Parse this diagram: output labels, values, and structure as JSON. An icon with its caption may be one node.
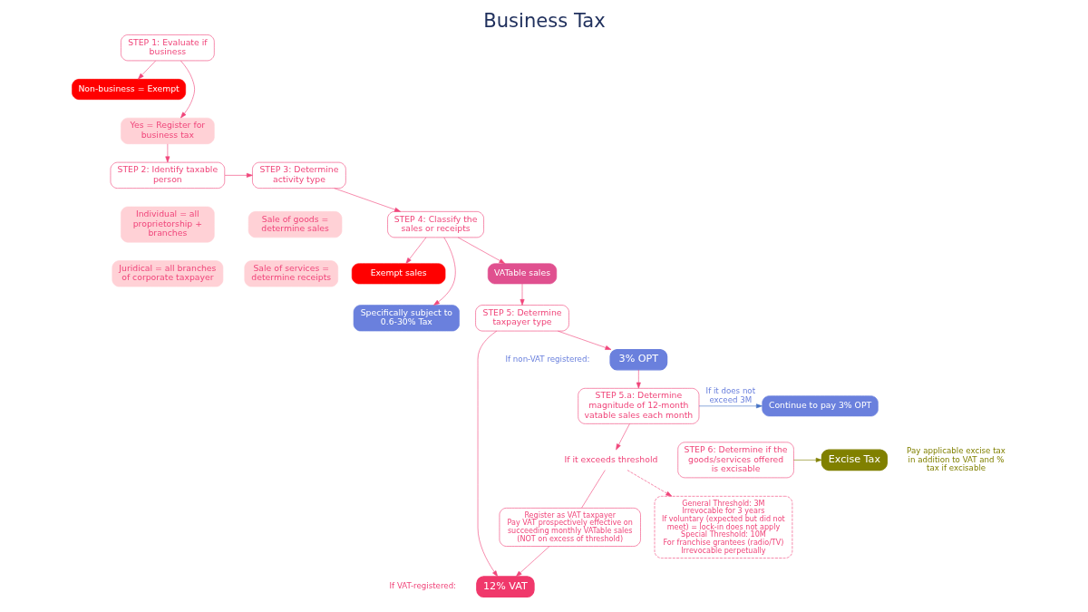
{
  "diagram": {
    "title": "Business Tax",
    "nodes": [
      {
        "text": [
          "STEP 1: Evaluate if business"
        ]
      },
      {
        "text": [
          "Non-business = Exempt"
        ]
      },
      {
        "text": [
          "Yes = Register for business tax"
        ]
      },
      {
        "text": [
          "STEP 2: Identify taxable person"
        ]
      },
      {
        "text": [
          "Individual = all proprietorship + branches"
        ]
      },
      {
        "text": [
          "Juridical = all branches of corporate taxpayer"
        ]
      },
      {
        "text": [
          "STEP 3: Determine activity type"
        ]
      },
      {
        "text": [
          "Sale of goods = determine sales"
        ]
      },
      {
        "text": [
          "Sale of services = determine receipts"
        ]
      },
      {
        "text": [
          "STEP 4: Classify the sales or receipts"
        ]
      },
      {
        "text": [
          "Exempt sales"
        ]
      },
      {
        "text": [
          "Specifically subject to 0.6-30% Tax"
        ]
      },
      {
        "text": [
          "VATable sales"
        ]
      },
      {
        "text": [
          "STEP 5: Determine taxpayer type"
        ]
      },
      {
        "text": [
          "12% VAT"
        ],
        "beside": [
          "If VAT-registered:"
        ]
      },
      {
        "text": [
          "Register as VAT taxpayer",
          "Pay VAT prospectively effective on succeeding monthly VATable sales (NOT on excess of threshold)"
        ]
      },
      {
        "text": [
          "3% OPT"
        ],
        "beside": [
          "If non-VAT registered:"
        ]
      },
      {
        "text": [
          "If it exceeds threshold"
        ]
      },
      {
        "text": [
          "STEP 5.a: Determine magnitude of 12-month vatable sales each month"
        ]
      },
      {
        "text": [
          "Continue to pay 3% OPT"
        ]
      },
      {
        "text": [
          "General Threshold: 3M",
          "Irrevocable for 3 years",
          "If voluntary (expected but did not meet) = lock-in does not apply",
          "Special Threshold: 10M",
          "For franchise grantees (radio/TV)",
          "Irrevocable perpetually"
        ]
      },
      {
        "text": [
          "STEP 6: Determine if the goods/services offered is excisable"
        ]
      },
      {
        "text": [
          "Excise Tax"
        ],
        "beside": [
          "Pay applicable excise tax in addition to VAT and % tax if excisable"
        ]
      }
    ],
    "edges": [
      {
        "from": 0,
        "to": 1,
        "arrow": "to"
      },
      {
        "from": 0,
        "to": 2,
        "arrow": "to"
      },
      {
        "from": 2,
        "to": 3,
        "arrow": "to"
      },
      {
        "from": 3,
        "to": 6,
        "arrow": "to"
      },
      {
        "from": 6,
        "to": 9,
        "arrow": "to"
      },
      {
        "from": 9,
        "to": 12,
        "arrow": "to"
      },
      {
        "from": 9,
        "to": 10,
        "arrow": "to"
      },
      {
        "from": 9,
        "to": 11,
        "arrow": "to"
      },
      {
        "from": 12,
        "to": 13,
        "arrow": "to"
      },
      {
        "from": 13,
        "to": 14,
        "arrow": "to"
      },
      {
        "from": 13,
        "to": 16,
        "arrow": "to"
      },
      {
        "from": 16,
        "to": 18,
        "arrow": "to"
      },
      {
        "from": 18,
        "to": 17,
        "arrow": "to"
      },
      {
        "from": 17,
        "to": 15,
        "arrow": "none"
      },
      {
        "from": 15,
        "to": 14,
        "arrow": "to"
      },
      {
        "from": 17,
        "to": 20,
        "arrow": "to",
        "style": "dashed"
      },
      {
        "from": 18,
        "to": 19,
        "arrow": "to",
        "label": "If it does not exceed 3M",
        "color": "#4472c4"
      },
      {
        "from": 21,
        "to": 22,
        "arrow": "to",
        "color": "#808000"
      }
    ]
  }
}
